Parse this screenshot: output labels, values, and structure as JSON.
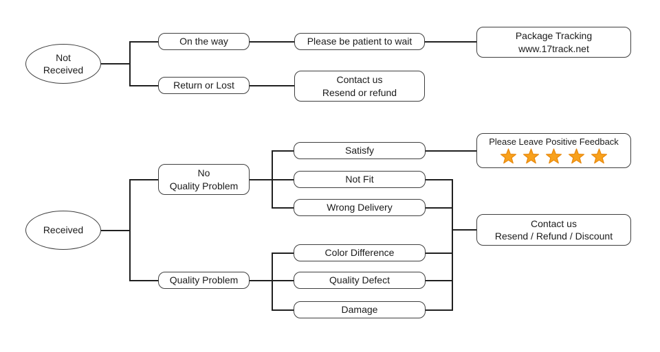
{
  "colors": {
    "line": "#1f1f1f",
    "box_border": "#3d3d3d",
    "box_fill": "#ffffff",
    "text": "#1a1a1a",
    "star_fill": "#F8A11C",
    "star_stroke": "#E8890D"
  },
  "not_received_flow": {
    "root": {
      "line1": "Not",
      "line2": "Received"
    },
    "on_the_way": {
      "label": "On the way"
    },
    "be_patient": {
      "label": "Please be patient to wait"
    },
    "package_tracking": {
      "line1": "Package Tracking",
      "line2": "www.17track.net"
    },
    "return_or_lost": {
      "label": "Return or Lost"
    },
    "contact_resend_refund": {
      "line1": "Contact us",
      "line2": "Resend or refund"
    }
  },
  "received_flow": {
    "root": {
      "label": "Received"
    },
    "no_quality_problem": {
      "line1": "No",
      "line2": "Quality Problem"
    },
    "quality_problem": {
      "label": "Quality Problem"
    },
    "satisfy": {
      "label": "Satisfy"
    },
    "not_fit": {
      "label": "Not Fit"
    },
    "wrong_delivery": {
      "label": "Wrong Delivery"
    },
    "color_difference": {
      "label": "Color Difference"
    },
    "quality_defect": {
      "label": "Quality Defect"
    },
    "damage": {
      "label": "Damage"
    },
    "positive_feedback": {
      "title": "Please Leave Positive Feedback",
      "star_count": 5,
      "star_glyph": "★"
    },
    "contact_resend_refund_discount": {
      "line1": "Contact us",
      "line2": "Resend / Refund / Discount"
    }
  }
}
